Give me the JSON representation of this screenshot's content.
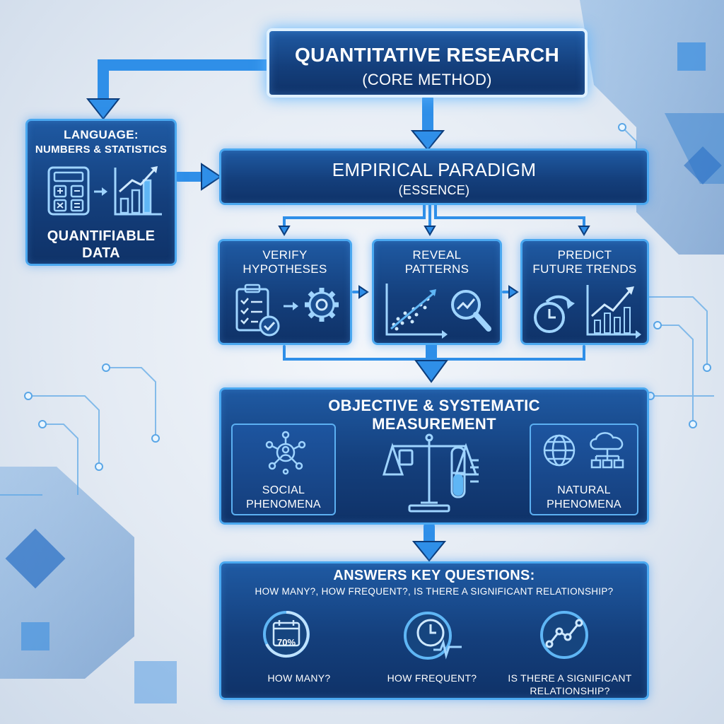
{
  "top": {
    "title": "QUANTITATIVE RESEARCH",
    "subtitle": "(CORE METHOD)"
  },
  "language": {
    "title_line1": "LANGUAGE:",
    "title_line2": "NUMBERS & STATISTICS",
    "label_line1": "QUANTIFIABLE",
    "label_line2": "DATA"
  },
  "paradigm": {
    "title": "EMPIRICAL PARADIGM",
    "subtitle": "(ESSENCE)"
  },
  "goals": [
    {
      "line1": "VERIFY",
      "line2": "HYPOTHESES"
    },
    {
      "line1": "REVEAL",
      "line2": "PATTERNS"
    },
    {
      "line1": "PREDICT",
      "line2": "FUTURE TRENDS"
    }
  ],
  "measurement": {
    "title_line1": "OBJECTIVE & SYSTEMATIC",
    "title_line2": "MEASUREMENT",
    "social": {
      "line1": "SOCIAL",
      "line2": "PHENOMENA"
    },
    "natural": {
      "line1": "NATURAL",
      "line2": "PHENOMENA"
    }
  },
  "questions": {
    "title": "ANSWERS KEY QUESTIONS:",
    "subtitle": "HOW MANY?, HOW FREQUENT?, IS THERE A SIGNIFICANT RELATIONSHIP?",
    "gauge_value": "70%",
    "items": [
      {
        "line1": "HOW MANY?",
        "line2": ""
      },
      {
        "line1": "HOW FREQUENT?",
        "line2": ""
      },
      {
        "line1": "IS THERE A SIGNIFICANT",
        "line2": "RELATIONSHIP?"
      }
    ]
  },
  "icons": {
    "language_left": "calculator-icon",
    "language_right": "bar-chart-rising-icon",
    "verify_left": "checklist-icon",
    "verify_right": "gear-icon",
    "reveal_left": "scatter-trend-icon",
    "reveal_right": "magnifier-icon",
    "predict_left": "clock-forward-icon",
    "predict_right": "rising-bar-chart-icon",
    "social": "people-network-icon",
    "center": "scale-and-test-tube-icon",
    "natural_left": "globe-icon",
    "natural_right": "cloud-network-icon",
    "q1": "calendar-percent-icon",
    "q2": "clock-pulse-icon",
    "q3": "line-trend-icon"
  },
  "colors": {
    "accent": "#2f8fe8",
    "box": "#143f7c",
    "border": "#4aa8f0",
    "text": "#ffffff"
  }
}
